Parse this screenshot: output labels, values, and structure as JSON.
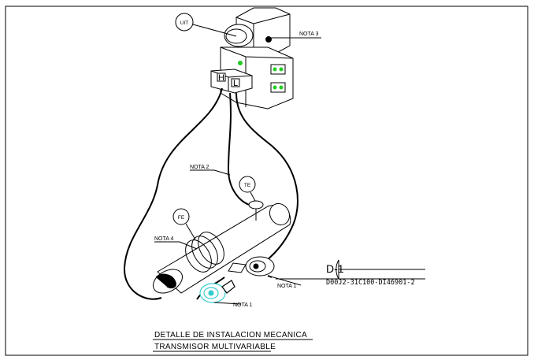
{
  "diagram": {
    "bubbles": {
      "uit": "UIT",
      "te": "TE",
      "fe": "FE"
    },
    "notes": {
      "nota3": "NOTA 3",
      "nota2": "NOTA 2",
      "nota4": "NOTA 4",
      "nota1_right": "NOTA 1",
      "nota1_bottom": "NOTA 1"
    },
    "manifold_ports": {
      "h": "H",
      "l": "L"
    },
    "reference": {
      "detail_id": "D-1",
      "drawing_number": "D00J2-31C100-DI46901-2"
    },
    "title": {
      "line1": "DETALLE  DE  INSTALACION  MECANICA",
      "line2": "TRANSMISOR  MULTIVARIABLE"
    },
    "colors": {
      "line": "#000000",
      "led_green": "#22cc22",
      "sensor_cyan": "#33cccc",
      "frame": "#000000"
    }
  }
}
